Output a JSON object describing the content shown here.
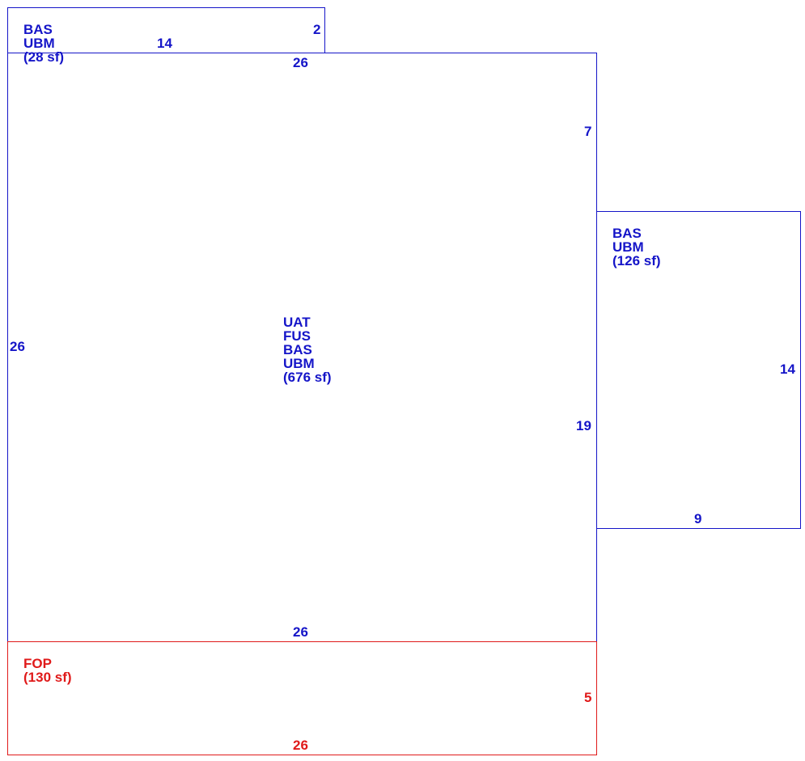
{
  "colors": {
    "living": "#1515c8",
    "porch": "#e01a1a"
  },
  "areas": [
    {
      "id": "top-small",
      "codes": [
        "BAS",
        "UBM"
      ],
      "area": "(28 sf)",
      "dims": {
        "left_side": "14",
        "right_side": "2"
      }
    },
    {
      "id": "main",
      "codes": [
        "UAT",
        "FUS",
        "BAS",
        "UBM"
      ],
      "area": "(676 sf)",
      "dims": {
        "top": "26",
        "left": "26",
        "right_upper": "7",
        "right_lower": "19",
        "bottom": "26"
      }
    },
    {
      "id": "right-addition",
      "codes": [
        "BAS",
        "UBM"
      ],
      "area": "(126 sf)",
      "dims": {
        "right": "14",
        "bottom": "9"
      }
    },
    {
      "id": "porch",
      "codes": [
        "FOP"
      ],
      "area": "(130 sf)",
      "dims": {
        "right": "5",
        "bottom": "26"
      }
    }
  ]
}
